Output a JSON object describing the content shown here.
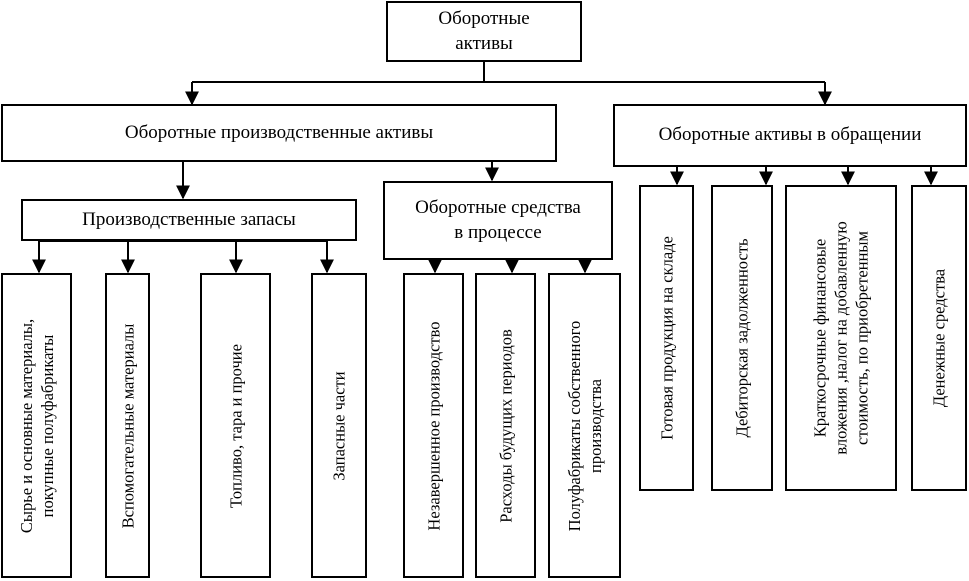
{
  "root": {
    "label": "Оборотные\nактивы"
  },
  "production_assets": {
    "label": "Оборотные производственные активы"
  },
  "circulation_assets": {
    "label": "Оборотные активы в обращении"
  },
  "production_stocks": {
    "label": "Производственные запасы"
  },
  "working_in_process": {
    "label": "Оборотные средства\nв процессе"
  },
  "stocks_items": [
    "Сырье и основные материалы,\nпокупные полуфабрикаты",
    "Вспомогательные материалы",
    "Топливо, тара и прочие",
    "Запасные части"
  ],
  "process_items": [
    "Незавершенное производство",
    "Расходы будущих периодов",
    "Полуфабрикаты собственного\nпроизводства"
  ],
  "circulation_items": [
    "Готовая продукция на складе",
    "Дебиторская задолженность",
    "Краткосрочные финансовые\nвложения ,налог на добавленную\nстоимость, по приобретенным",
    "Денежные средства"
  ]
}
